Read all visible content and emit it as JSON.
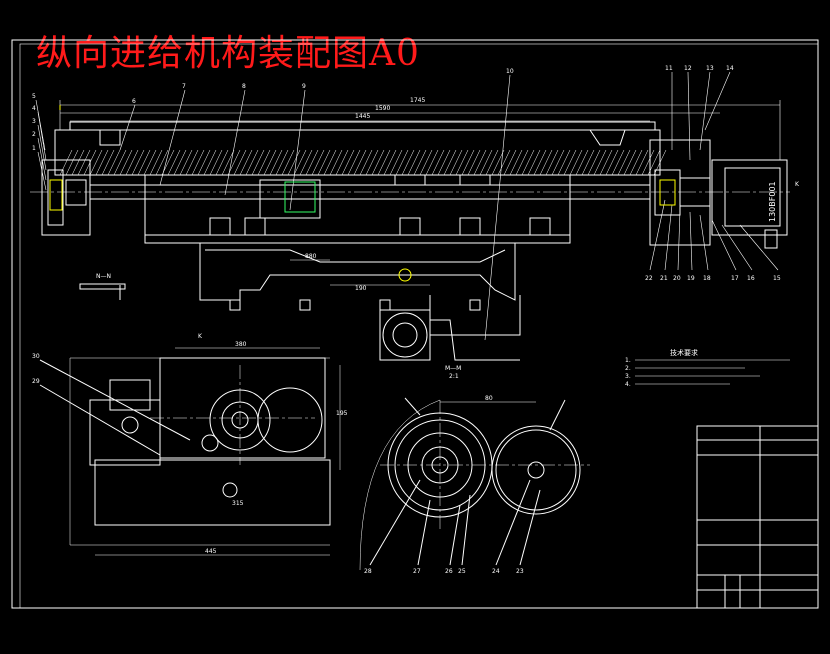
{
  "title": "纵向进给机构装配图A0",
  "colors": {
    "background": "#000000",
    "line": "#ffffff",
    "title": "#ff1a1a",
    "accent": "#ffff00",
    "green": "#33ff66"
  },
  "dimensions": {
    "d1745": "1745",
    "d1590": "1590",
    "d1445": "1445",
    "d880": "880",
    "d190": "190",
    "d380": "380",
    "d80": "80",
    "d445": "445",
    "d315": "315",
    "d195": "195"
  },
  "part_numbers_top": [
    "11",
    "12",
    "13",
    "14",
    "10",
    "6",
    "7",
    "8",
    "9"
  ],
  "part_numbers_left": [
    "5",
    "4",
    "3",
    "2",
    "1"
  ],
  "part_numbers_bottom_right": [
    "22",
    "21",
    "20",
    "19",
    "18",
    "17",
    "16",
    "15"
  ],
  "part_numbers_lower": [
    "30",
    "29",
    "28",
    "27",
    "26",
    "25",
    "24",
    "23"
  ],
  "section_labels": {
    "nn": "N—N",
    "mm": "M—M",
    "mm_scale": "2:1",
    "k": "K",
    "k_arrow": "K"
  },
  "motor_label": "130BF001",
  "tech_requirements_title": "技术要求",
  "tech_lines": [
    "1.",
    "2.",
    "3.",
    "4."
  ]
}
